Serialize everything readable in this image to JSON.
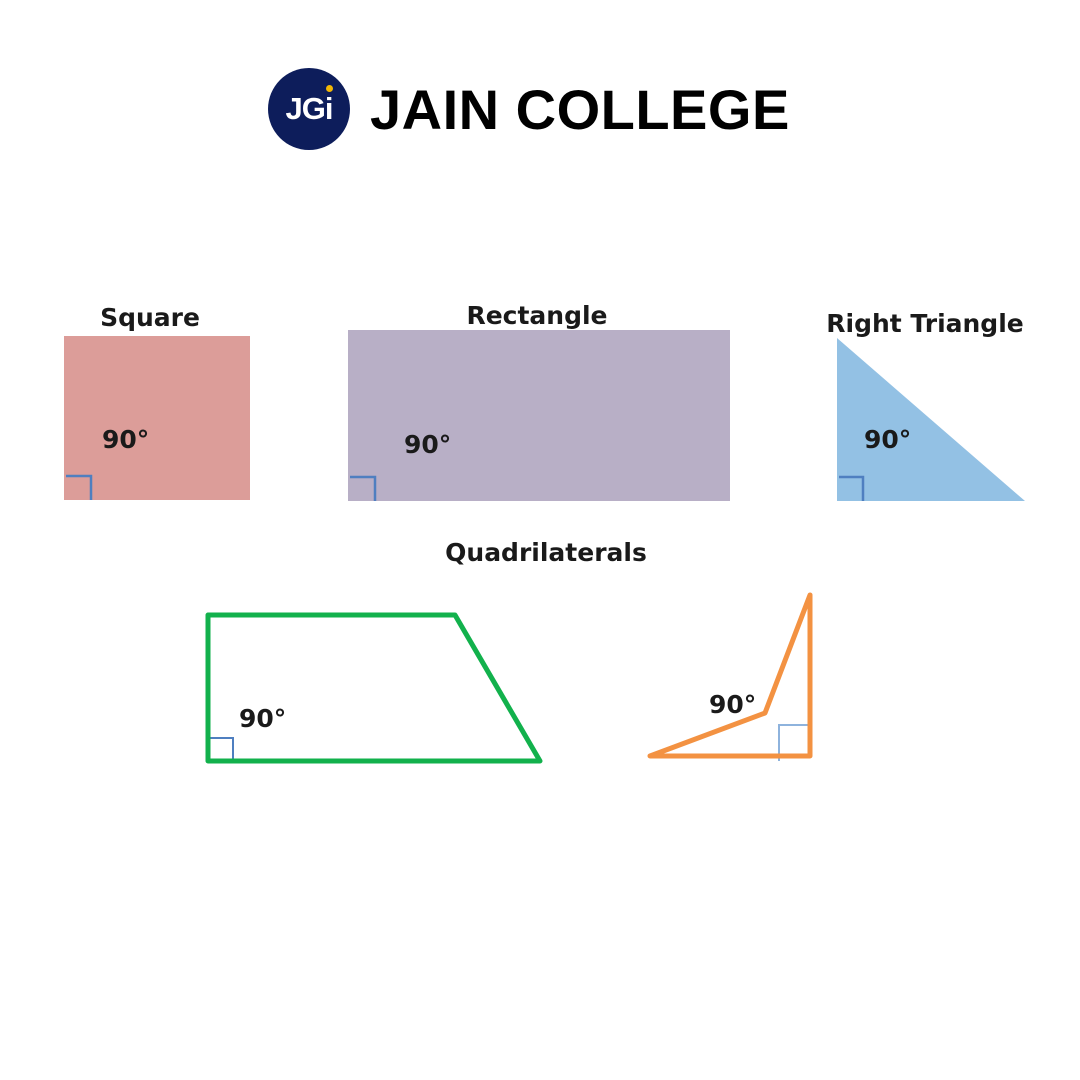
{
  "header": {
    "logo_text": "JGi",
    "college_name": "JAIN COLLEGE"
  },
  "colors": {
    "logo_bg": "#0d1d5b",
    "logo_dot": "#f2b705",
    "square_fill": "#dc9d99",
    "rectangle_fill": "#b8afc6",
    "triangle_fill": "#93c1e4",
    "trapezoid_stroke": "#12b14c",
    "kite_stroke": "#f39242",
    "right_angle_marker": "#4f7fc0",
    "right_angle_marker_light": "#8eb3dd"
  },
  "shapes": {
    "square": {
      "title": "Square",
      "angle_label": "90°"
    },
    "rectangle": {
      "title": "Rectangle",
      "angle_label": "90°"
    },
    "right_triangle": {
      "title": "Right Triangle",
      "angle_label": "90°"
    }
  },
  "quadrilaterals": {
    "title": "Quadrilaterals",
    "trapezoid": {
      "angle_label": "90°"
    },
    "kite": {
      "angle_label": "90°"
    }
  }
}
